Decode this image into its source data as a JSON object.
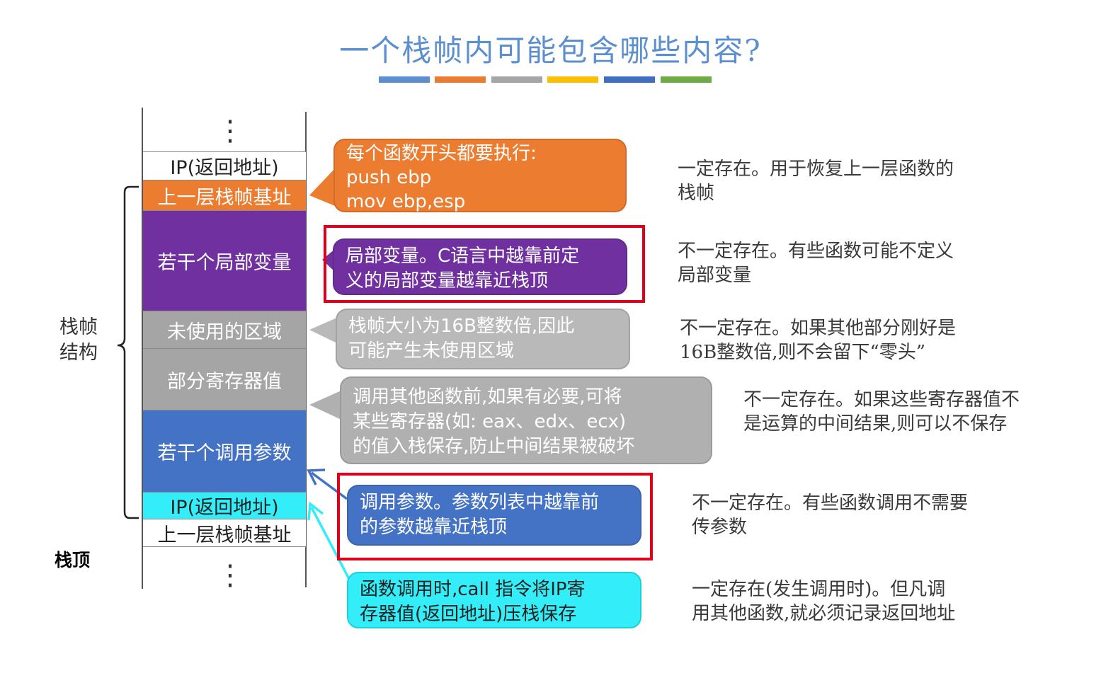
{
  "title": "一个栈帧内可能包含哪些内容?",
  "colors": {
    "bar_blue": "#5b8fd0",
    "bar_orange": "#ec7c30",
    "bar_gray": "#a5a5a5",
    "bar_yellow": "#fdc000",
    "bar_darkblue": "#3f6fc3",
    "bar_green": "#6fac46",
    "orange": "#ec7c30",
    "purple": "#7030a0",
    "gray": "#a5a5a5",
    "blue": "#4472c4",
    "cyan": "#33eef8",
    "red": "#e0001b"
  },
  "stack": {
    "dots_top": "⋮",
    "dots_bottom": "⋮",
    "cells": [
      {
        "label": "IP(返回地址)"
      },
      {
        "label": "上一层栈帧基址"
      },
      {
        "label": "若干个局部变量"
      },
      {
        "label": "未使用的区域"
      },
      {
        "label": "部分寄存器值"
      },
      {
        "label": "若干个调用参数"
      },
      {
        "label": "IP(返回地址)"
      },
      {
        "label": "上一层栈帧基址"
      }
    ]
  },
  "brace_label": [
    "栈帧",
    "结构"
  ],
  "stack_top_label": "栈顶",
  "callouts": [
    {
      "lines": [
        "每个函数开头都要执行:",
        "push ebp",
        "mov ebp,esp"
      ]
    },
    {
      "lines": [
        "局部变量。C语言中越靠前定",
        "义的局部变量越靠近栈顶"
      ]
    },
    {
      "lines": [
        "栈帧大小为16B整数倍,因此",
        "可能产生未使用区域"
      ]
    },
    {
      "lines": [
        "调用其他函数前,如果有必要,可将",
        "某些寄存器(如: eax、edx、ecx)",
        "的值入栈保存,防止中间结果被破坏"
      ]
    },
    {
      "lines": [
        "调用参数。参数列表中越靠前",
        "的参数越靠近栈顶"
      ]
    },
    {
      "lines": [
        "函数调用时,call 指令将IP寄",
        "存器值(返回地址)压栈保存"
      ]
    }
  ],
  "notes": [
    {
      "lines": [
        "一定存在。用于恢复上一层函数的",
        "栈帧"
      ]
    },
    {
      "lines": [
        "不一定存在。有些函数可能不定义",
        "局部变量"
      ]
    },
    {
      "lines": [
        "不一定存在。如果其他部分刚好是",
        "16B整数倍,则不会留下“零头”"
      ]
    },
    {
      "lines": [
        "不一定存在。如果这些寄存器值不",
        "是运算的中间结果,则可以不保存"
      ]
    },
    {
      "lines": [
        "不一定存在。有些函数调用不需要",
        "传参数"
      ]
    },
    {
      "lines": [
        "一定存在(发生调用时)。但凡调",
        "用其他函数,就必须记录返回地址"
      ]
    }
  ]
}
